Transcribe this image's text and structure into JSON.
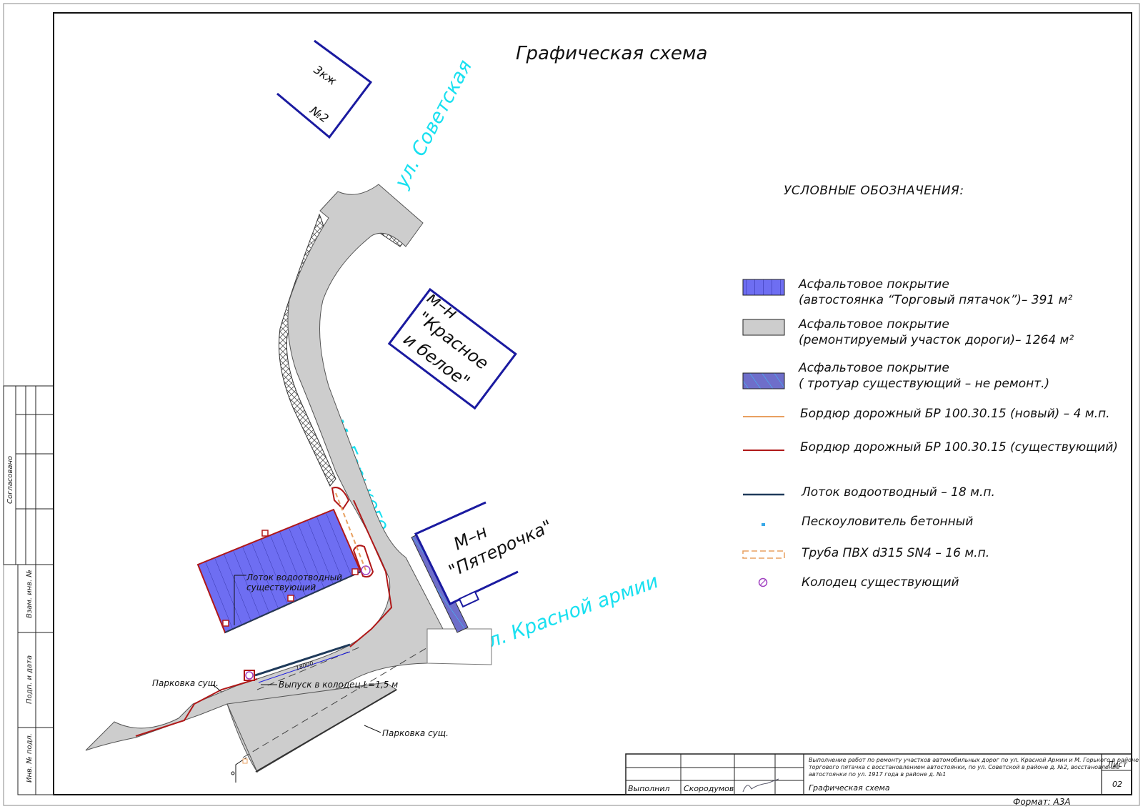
{
  "title": "Графическая схема",
  "legend": {
    "title": "УСЛОВНЫЕ ОБОЗНАЧЕНИЯ:",
    "items": [
      {
        "line1": "Асфальтовое покрытие",
        "line2": "(автостоянка “Торговый пятачок”)– 391 м²"
      },
      {
        "line1": "Асфальтовое покрытие",
        "line2": "(ремонтируемый участок дороги)– 1264 м²"
      },
      {
        "line1": "Асфальтовое покрытие",
        "line2": "( тротуар существующий – не ремонт.)"
      },
      {
        "line1": "Бордюр дорожный БР 100.30.15 (новый) – 4 м.п."
      },
      {
        "line1": "Бордюр дорожный БР 100.30.15 (существующий)"
      },
      {
        "line1": "Лоток водоотводный – 18 м.п."
      },
      {
        "line1": "Пескоуловитель бетонный"
      },
      {
        "line1": "Труба ПВХ d315 SN4 – 16 м.п."
      },
      {
        "line1": "Колодец существующий"
      }
    ]
  },
  "streets": {
    "sovetskaya": "ул. Советская",
    "gorkogo": "ул. М. Горького",
    "krasnoy_armii": "ул. Красной армии"
  },
  "buildings": {
    "zkzh_line1": "3кж",
    "zkzh_line2": "№2",
    "krasnoe_line1": "м–н",
    "krasnoe_line2": "\"Красное",
    "krasnoe_line3": "и белое\"",
    "pyaterochka_line1": "М–н",
    "pyaterochka_line2": "\"Пятерочка\""
  },
  "annotations": {
    "lotok_line1": "Лоток водоотводный",
    "lotok_line2": "существующий",
    "dimension": "18000",
    "vypusk": "Выпуск в колодец L=1,5 м",
    "parking_left": "Парковка сущ.",
    "parking_bottom": "Парковка сущ."
  },
  "side_stamp": {
    "soglasovano": "Согласовано",
    "vzam": "Взам. инв. №",
    "podp": "Подп. и дата",
    "inv": "Инв. № подл."
  },
  "title_block": {
    "description_line1": "Выполнение работ по ремонту участков автомобильных дорог по ул. Красной Армии и М. Горького в районе",
    "description_line2": "торгового пятачка с восстановлением автостоянки, по ул. Советской в районе д. №2, восстановление",
    "description_line3": "автостоянки по ул. 1917 года в районе д. №1",
    "drawing_name": "Графическая схема",
    "role": "Выполнил",
    "person": "Скородумов",
    "sheet_label": "Лист",
    "sheet_number": "02",
    "format": "Формат: А3А"
  },
  "colors": {
    "parking_fill": "#6e6ef2",
    "road_fill": "#cdcdcd",
    "sidewalk_fill": "#6e6eca",
    "curb_new": "#e8a060",
    "curb_existing": "#b01818",
    "tray": "#1f3a5a",
    "street_label": "#18e0f0",
    "building_outline": "#1a1aa0"
  }
}
